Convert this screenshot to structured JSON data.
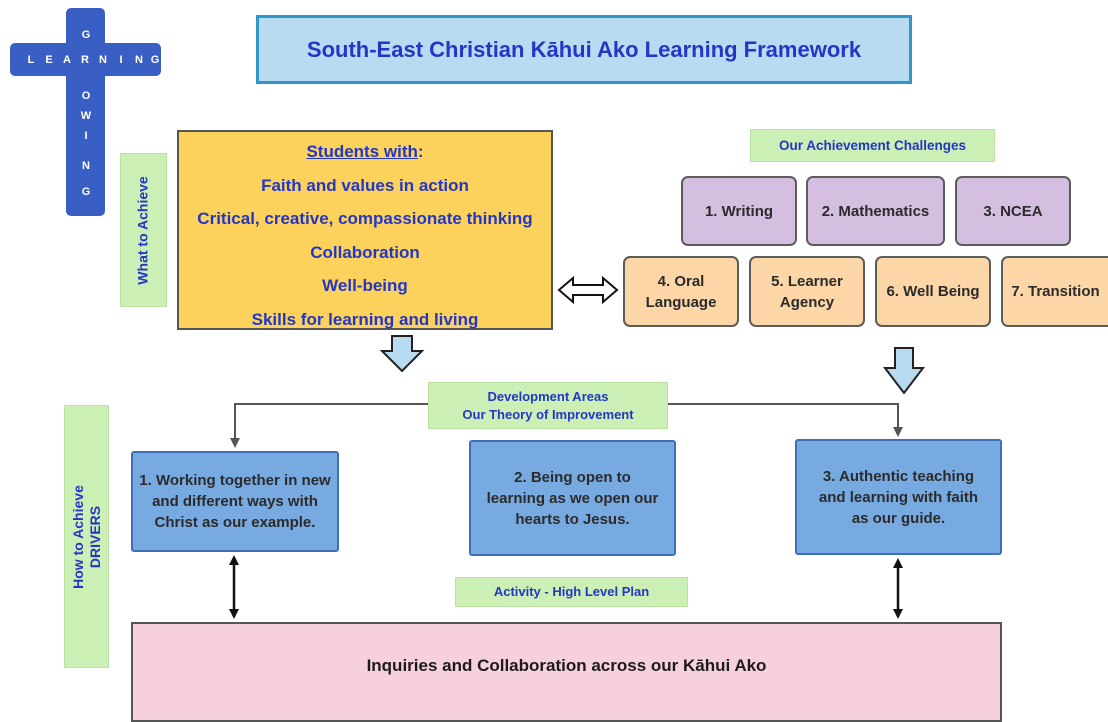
{
  "logo": {
    "horizontal_word": [
      "L",
      "E",
      "A",
      "R",
      "N",
      "I",
      "N",
      "G"
    ],
    "vertical_word": [
      "G",
      "R",
      "O",
      "W",
      "I",
      "N",
      "G"
    ]
  },
  "title": "South-East Christian Kāhui Ako Learning Framework",
  "what_to_achieve_label": "What to Achieve",
  "how_to_achieve_label": "How to Achieve",
  "drivers_label": "DRIVERS",
  "students": {
    "heading": "Students with",
    "heading_suffix": ":",
    "items": [
      "Faith and values in action",
      "Critical, creative, compassionate thinking",
      "Collaboration",
      "Well-being",
      "Skills for learning and living"
    ]
  },
  "achievement_challenges_label": "Our Achievement Challenges",
  "challenges_row1": [
    "1. Writing",
    "2. Mathematics",
    "3. NCEA"
  ],
  "challenges_row2": [
    "4. Oral Language",
    "5. Learner Agency",
    "6. Well Being",
    "7. Transition"
  ],
  "development_areas": {
    "line1": "Development Areas",
    "line2": "Our Theory of Improvement"
  },
  "drivers": [
    "1. Working together in new and different ways with Christ as our example.",
    "2. Being open to learning as we open our hearts to Jesus.",
    "3. Authentic teaching and learning with faith as our guide."
  ],
  "activity_label": "Activity - High Level Plan",
  "inquiries": "Inquiries and Collaboration across our Kāhui Ako",
  "colors": {
    "title_text": "#2437c4",
    "title_bg": "#b9dbf2",
    "students_bg": "#fcd25c",
    "challenge_purple": "#d5bfe1",
    "challenge_peach": "#fcd6a6",
    "driver_blue": "#78aae2",
    "tag_green": "#ccefb5",
    "inquiry_pink": "#f7d0dd"
  }
}
